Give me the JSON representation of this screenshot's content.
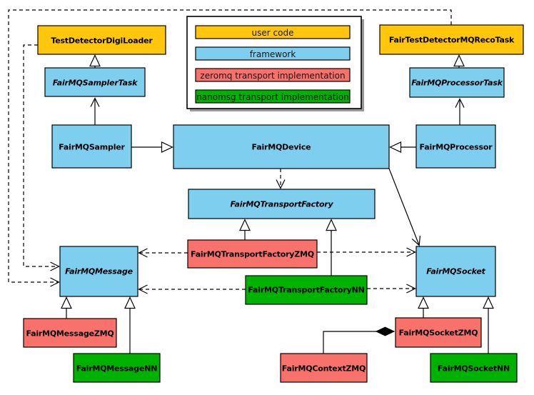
{
  "colors": {
    "user_code": "#ffc60b",
    "framework": "#7dceef",
    "zeromq": "#f9716b",
    "nanomsg": "#00b200",
    "background": "#ffffff",
    "line": "#000000"
  },
  "legend": {
    "items": [
      {
        "label": "user code",
        "category": "user_code"
      },
      {
        "label": "framework",
        "category": "framework"
      },
      {
        "label": "zeromq transport implementation",
        "category": "zeromq"
      },
      {
        "label": "nanomsg transport implementation",
        "category": "nanomsg"
      }
    ]
  },
  "nodes": [
    {
      "label": "TestDetectorDigiLoader",
      "category": "user_code",
      "abstract": false
    },
    {
      "label": "FairTestDetectorMQRecoTask",
      "category": "user_code",
      "abstract": false
    },
    {
      "label": "FairMQSamplerTask",
      "category": "framework",
      "abstract": true
    },
    {
      "label": "FairMQProcessorTask",
      "category": "framework",
      "abstract": true
    },
    {
      "label": "FairMQSampler",
      "category": "framework",
      "abstract": false
    },
    {
      "label": "FairMQDevice",
      "category": "framework",
      "abstract": false
    },
    {
      "label": "FairMQProcessor",
      "category": "framework",
      "abstract": false
    },
    {
      "label": "FairMQTransportFactory",
      "category": "framework",
      "abstract": true
    },
    {
      "label": "FairMQMessage",
      "category": "framework",
      "abstract": true
    },
    {
      "label": "FairMQSocket",
      "category": "framework",
      "abstract": true
    },
    {
      "label": "FairMQTransportFactoryZMQ",
      "category": "zeromq",
      "abstract": false
    },
    {
      "label": "FairMQTransportFactoryNN",
      "category": "nanomsg",
      "abstract": false
    },
    {
      "label": "FairMQMessageZMQ",
      "category": "zeromq",
      "abstract": false
    },
    {
      "label": "FairMQMessageNN",
      "category": "nanomsg",
      "abstract": false
    },
    {
      "label": "FairMQSocketZMQ",
      "category": "zeromq",
      "abstract": false
    },
    {
      "label": "FairMQSocketNN",
      "category": "nanomsg",
      "abstract": false
    },
    {
      "label": "FairMQContextZMQ",
      "category": "zeromq",
      "abstract": false
    }
  ],
  "relations": [
    {
      "from": "FairMQSamplerTask",
      "to": "TestDetectorDigiLoader",
      "type": "triangle-arrow-solid"
    },
    {
      "from": "FairMQProcessorTask",
      "to": "FairTestDetectorMQRecoTask",
      "type": "triangle-arrow-solid"
    },
    {
      "from": "FairMQSampler",
      "to": "FairMQDevice",
      "type": "triangle-arrow-solid"
    },
    {
      "from": "FairMQProcessor",
      "to": "FairMQDevice",
      "type": "triangle-arrow-solid"
    },
    {
      "from": "FairMQTransportFactoryZMQ",
      "to": "FairMQTransportFactory",
      "type": "triangle-arrow-solid"
    },
    {
      "from": "FairMQTransportFactoryNN",
      "to": "FairMQTransportFactory",
      "type": "triangle-arrow-solid"
    },
    {
      "from": "FairMQMessageZMQ",
      "to": "FairMQMessage",
      "type": "triangle-arrow-solid"
    },
    {
      "from": "FairMQMessageNN",
      "to": "FairMQMessage",
      "type": "triangle-arrow-solid"
    },
    {
      "from": "FairMQSocketZMQ",
      "to": "FairMQSocket",
      "type": "triangle-arrow-solid"
    },
    {
      "from": "FairMQSocketNN",
      "to": "FairMQSocket",
      "type": "triangle-arrow-solid"
    },
    {
      "from": "FairMQSampler",
      "to": "FairMQSamplerTask",
      "type": "open-arrow-solid"
    },
    {
      "from": "FairMQProcessor",
      "to": "FairMQProcessorTask",
      "type": "open-arrow-solid"
    },
    {
      "from": "FairMQDevice",
      "to": "FairMQSocket",
      "type": "open-arrow-solid"
    },
    {
      "from": "FairMQDevice",
      "to": "FairMQTransportFactory",
      "type": "open-arrow-dashed"
    },
    {
      "from": "TestDetectorDigiLoader",
      "to": "FairMQMessage",
      "type": "open-arrow-dashed"
    },
    {
      "from": "FairTestDetectorMQRecoTask",
      "to": "FairMQMessage",
      "type": "open-arrow-dashed"
    },
    {
      "from": "FairMQTransportFactoryZMQ",
      "to": "FairMQMessage",
      "type": "open-arrow-dashed"
    },
    {
      "from": "FairMQTransportFactoryZMQ",
      "to": "FairMQSocket",
      "type": "open-arrow-dashed"
    },
    {
      "from": "FairMQTransportFactoryNN",
      "to": "FairMQMessage",
      "type": "open-arrow-dashed"
    },
    {
      "from": "FairMQTransportFactoryNN",
      "to": "FairMQSocket",
      "type": "open-arrow-dashed"
    },
    {
      "from": "FairMQContextZMQ",
      "to": "FairMQSocketZMQ",
      "type": "composition-diamond"
    }
  ]
}
